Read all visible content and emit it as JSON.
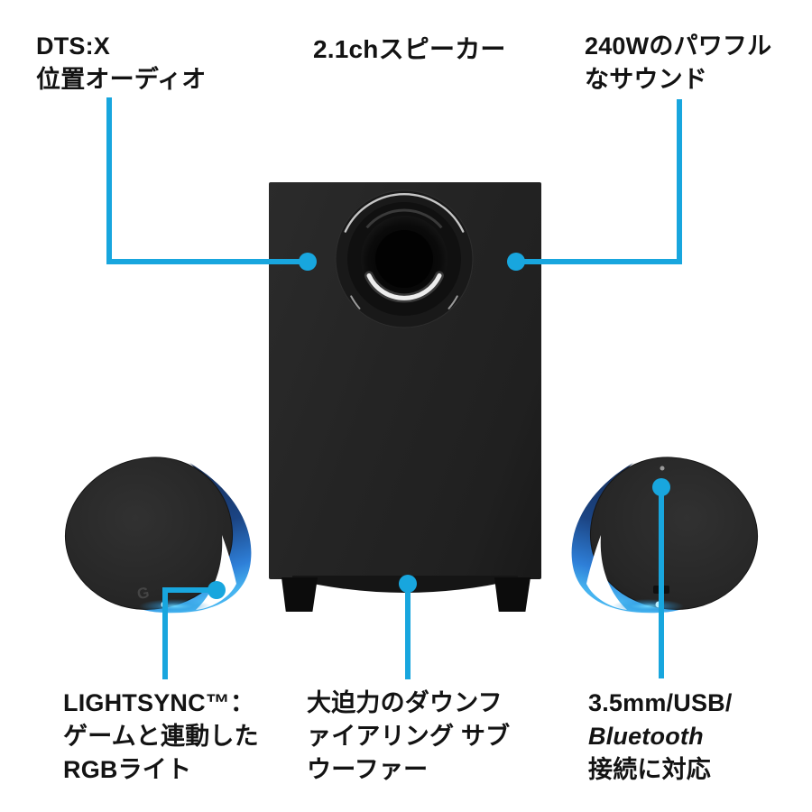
{
  "callouts": {
    "dts": {
      "line1": "DTS:X",
      "line2": "位置オーディオ"
    },
    "channels": {
      "line1": "2.1chスピーカー"
    },
    "power": {
      "line1": "240Wのパワフル",
      "line2": "なサウンド"
    },
    "lightsync": {
      "line1": "LIGHTSYNC™：",
      "line2": "ゲームと連動した",
      "line3": "RGBライト"
    },
    "subwoofer": {
      "line1": "大迫力のダウンフ",
      "line2": "ァイアリング サブ",
      "line3": "ウーファー"
    },
    "connectivity": {
      "line1": "3.5mm/USB/",
      "line2": "Bluetooth",
      "line3": "接続に対応"
    }
  },
  "icons": {
    "g_logo": "G"
  },
  "colors": {
    "accent": "#18A6DE",
    "text": "#131313",
    "background": "#FFFFFF",
    "speaker_light_blue": "#2E7FD8",
    "glow_cyan": "#6FD9FF"
  }
}
